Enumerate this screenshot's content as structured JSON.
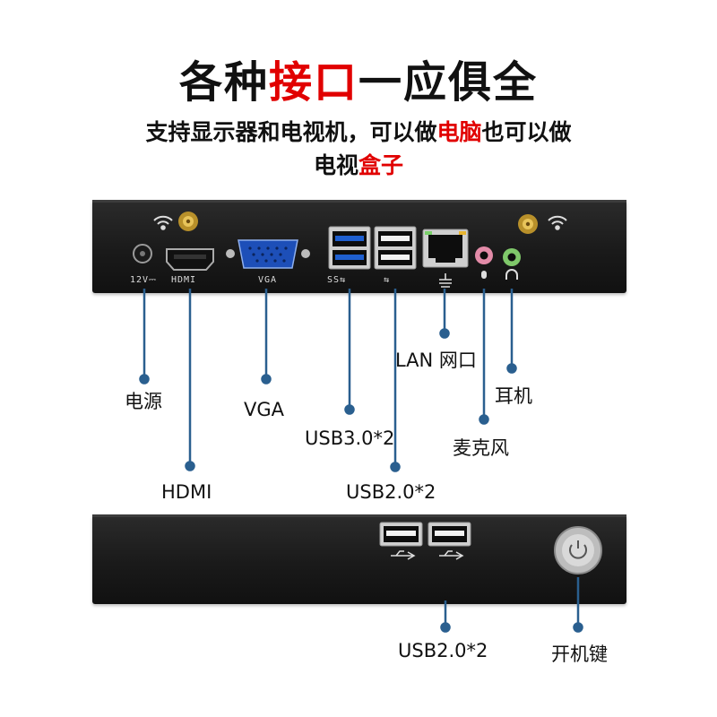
{
  "title": {
    "part1": "各种",
    "accent": "接口",
    "part2": "一应俱全"
  },
  "subtitle": {
    "line1_a": "支持显示器和电视机，可以做",
    "line1_accent": "电脑",
    "line1_b": "也可以做",
    "line2_a": "电视",
    "line2_accent": "盒子"
  },
  "port_labels": {
    "power": "12V⎓",
    "hdmi": "HDMI",
    "vga": "VGA",
    "usb3": "SS⇆",
    "usb2": "⇆"
  },
  "callouts": {
    "power": "电源",
    "hdmi": "HDMI",
    "vga": "VGA",
    "usb3": "USB3.0*2",
    "usb2_back": "USB2.0*2",
    "lan": "LAN 网口",
    "mic": "麦克风",
    "headphone": "耳机",
    "usb2_front": "USB2.0*2",
    "power_button": "开机键"
  },
  "colors": {
    "accent": "#e10000",
    "callout_line": "#2a5f8f",
    "usb3_blue": "#1f5fcf",
    "mic_pink": "#e38ba8",
    "audio_green": "#7fc86a"
  }
}
